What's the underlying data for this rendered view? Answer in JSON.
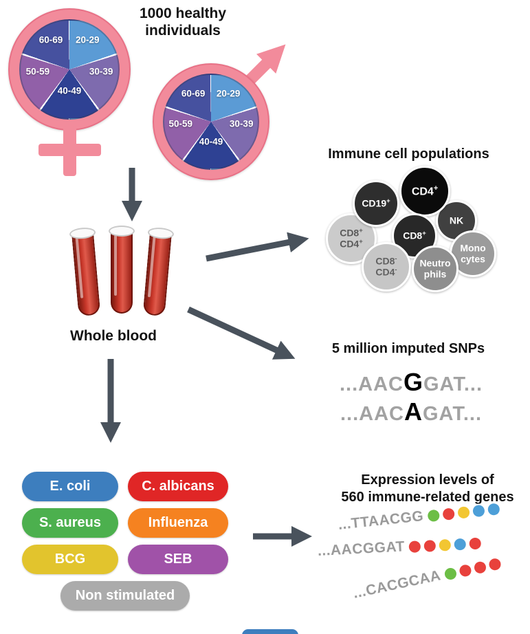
{
  "cohort": {
    "title_lines": [
      "1000 healthy",
      "individuals"
    ],
    "age_groups": [
      {
        "label": "20-29",
        "color": "#5B9BD5"
      },
      {
        "label": "30-39",
        "color": "#7E6BAE"
      },
      {
        "label": "40-49",
        "color": "#2E4193"
      },
      {
        "label": "50-59",
        "color": "#9160A8"
      },
      {
        "label": "60-69",
        "color": "#46519F"
      }
    ],
    "symbols": [
      "female",
      "male"
    ]
  },
  "whole_blood": {
    "label": "Whole blood"
  },
  "immune_cells": {
    "title": "Immune cell populations",
    "cells": [
      {
        "line1": "CD19",
        "sup1": "+",
        "line2": "",
        "sup2": "",
        "bg": "#2E2E2E",
        "fg": "#FFFFFF"
      },
      {
        "line1": "CD4",
        "sup1": "+",
        "line2": "",
        "sup2": "",
        "bg": "#0B0B0B",
        "fg": "#FFFFFF"
      },
      {
        "line1": "NK",
        "sup1": "",
        "line2": "",
        "sup2": "",
        "bg": "#404040",
        "fg": "#FFFFFF"
      },
      {
        "line1": "CD8",
        "sup1": "+",
        "line2": "",
        "sup2": "",
        "bg": "#282828",
        "fg": "#FFFFFF"
      },
      {
        "line1": "CD8",
        "sup1": "+",
        "line2": "CD4",
        "sup2": "+",
        "bg": "#CBCBCB",
        "fg": "#5A5A5A"
      },
      {
        "line1": "Mono",
        "sup1": "",
        "line2": "cytes",
        "sup2": "",
        "bg": "#9B9B9B",
        "fg": "#FFFFFF"
      },
      {
        "line1": "CD8",
        "sup1": "-",
        "line2": "CD4",
        "sup2": "-",
        "bg": "#C6C6C6",
        "fg": "#606060"
      },
      {
        "line1": "Neutro",
        "sup1": "",
        "line2": "phils",
        "sup2": "",
        "bg": "#8E8E8E",
        "fg": "#FFFFFF"
      }
    ]
  },
  "snps": {
    "title": "5 million imputed SNPs",
    "sequences": [
      {
        "prefix": "...AAC",
        "variant": "G",
        "suffix": "GAT..."
      },
      {
        "prefix": "...AAC",
        "variant": "A",
        "suffix": "GAT..."
      }
    ]
  },
  "stimuli": {
    "items": [
      {
        "label": "E. coli",
        "color": "#3D7EBE"
      },
      {
        "label": "C. albicans",
        "color": "#E02626"
      },
      {
        "label": "S. aureus",
        "color": "#4CB04E"
      },
      {
        "label": "Influenza",
        "color": "#F58220"
      },
      {
        "label": "BCG",
        "color": "#E2C42D"
      },
      {
        "label": "SEB",
        "color": "#A052A8"
      },
      {
        "label": "Non stimulated",
        "color": "#ABABAB"
      }
    ]
  },
  "expression": {
    "title_lines": [
      "Expression levels of",
      "560 immune-related genes"
    ],
    "genes": [
      {
        "seq": "...TTAACGG",
        "dots": [
          "green",
          "red",
          "yellow",
          "blue",
          "blue"
        ]
      },
      {
        "seq": "...AACGGAT",
        "dots": [
          "red",
          "red",
          "yellow",
          "blue",
          "red"
        ]
      },
      {
        "seq": "...CACGCAA",
        "dots": [
          "green",
          "red",
          "red",
          "red"
        ]
      }
    ]
  },
  "colors": {
    "arrow": "#49525C",
    "symbol_pink": "#F28B9B",
    "blood_red": "#C23227",
    "dots": {
      "green": "#6CBE45",
      "red": "#E8413C",
      "yellow": "#F2C632",
      "blue": "#4D9FD8"
    }
  }
}
